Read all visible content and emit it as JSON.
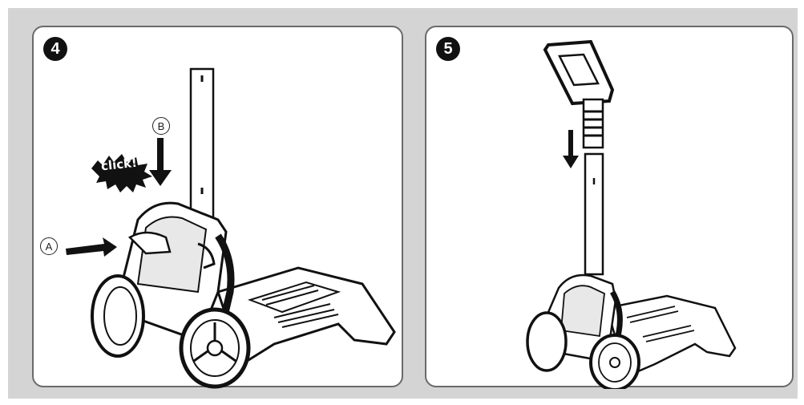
{
  "steps": [
    {
      "number": "4",
      "callouts": {
        "a": "A",
        "b": "B",
        "click": "click!"
      }
    },
    {
      "number": "5"
    }
  ],
  "colors": {
    "background": "#d4d4d4",
    "panel": "#ffffff",
    "ink": "#111111",
    "watermark": "#e3f3d6"
  }
}
